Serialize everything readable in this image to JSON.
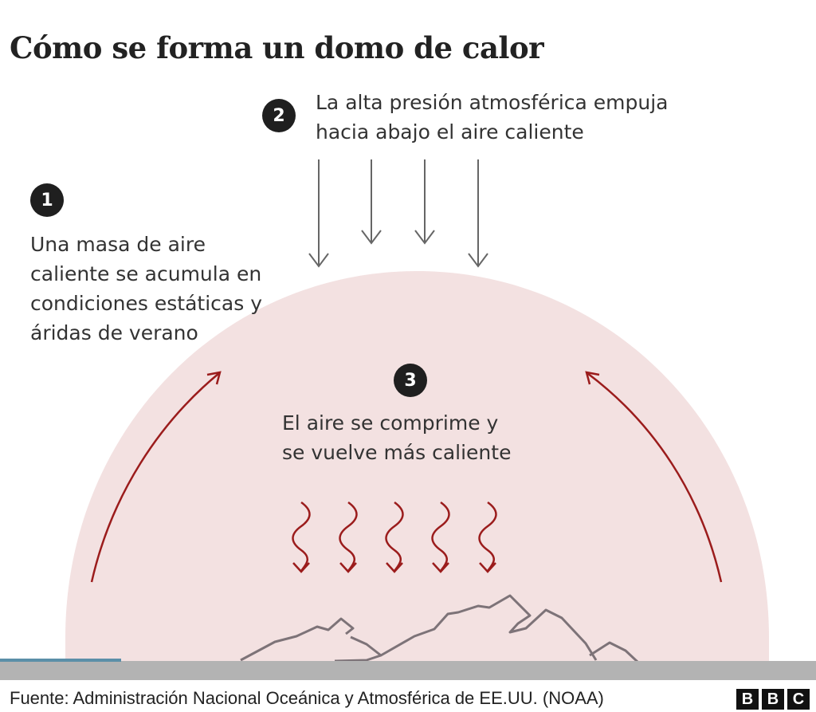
{
  "title": "Cómo se forma un domo de calor",
  "steps": [
    {
      "number": "1",
      "lines": [
        "Una masa de aire",
        "caliente se acumula en",
        "condiciones estáticas y",
        "áridas de verano"
      ]
    },
    {
      "number": "2",
      "lines": [
        "La alta presión atmosférica empuja",
        "hacia abajo el aire caliente"
      ]
    },
    {
      "number": "3",
      "lines": [
        "El aire se comprime y",
        "se vuelve más caliente"
      ]
    }
  ],
  "footer": {
    "source": "Fuente: Administración Nacional Oceánica y Atmosférica de EE.UU. (NOAA)",
    "logo": [
      "B",
      "B",
      "C"
    ]
  },
  "colors": {
    "dome": "#f3e1e1",
    "arrow_red": "#9b1c1c",
    "arrow_gray": "#666666",
    "ground": "#b3b3b3",
    "water": "#5b8fa8",
    "mountain": "#7d7378"
  }
}
